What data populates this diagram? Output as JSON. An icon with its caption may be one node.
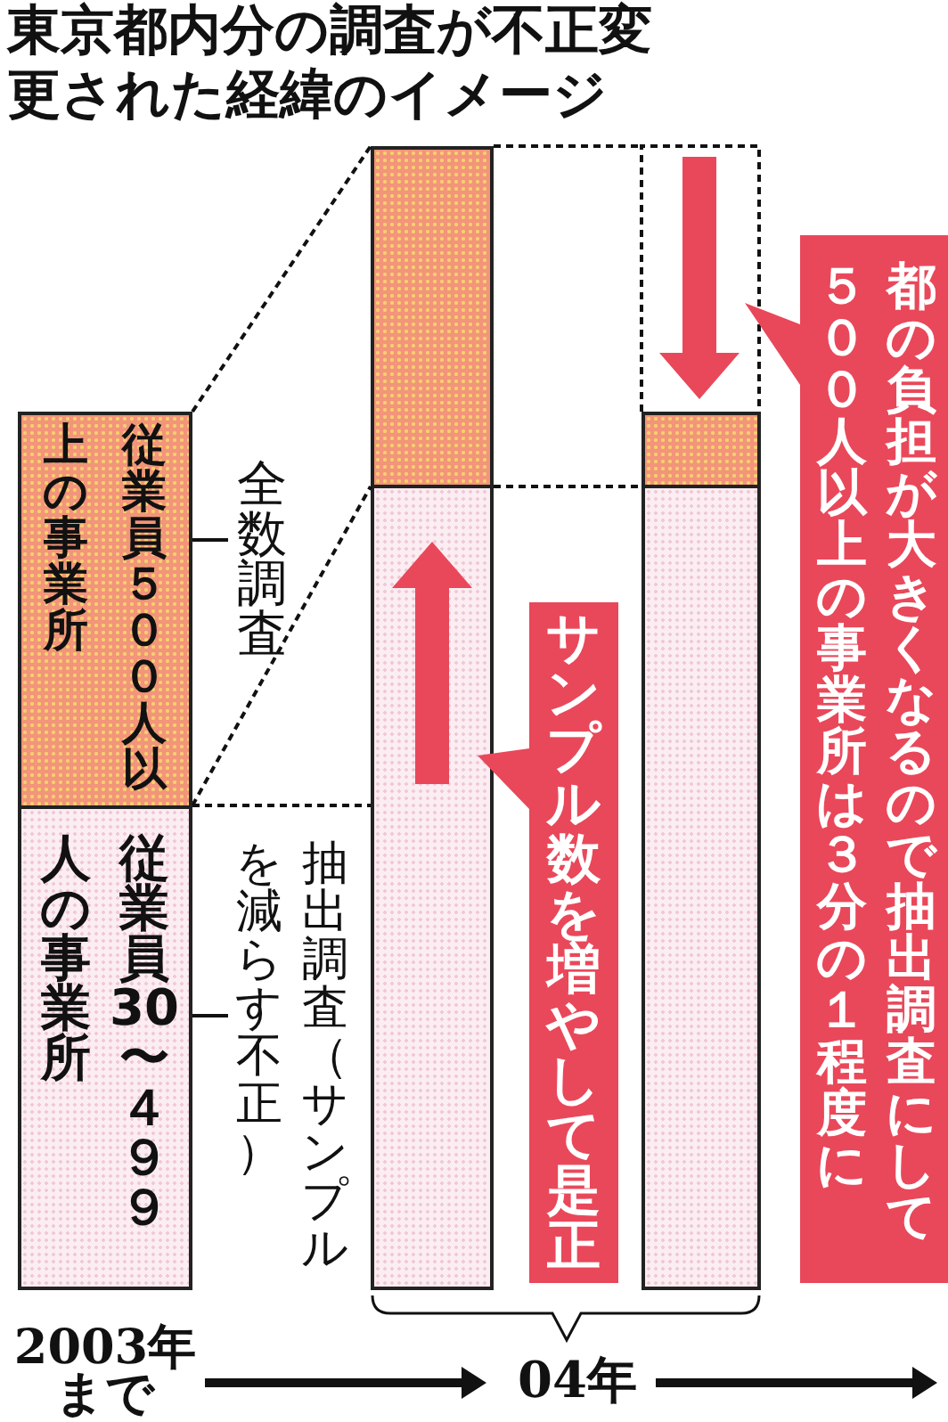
{
  "diagram": {
    "title": "東京都内分の調査が不正変更された経緯のイメージ",
    "nodes": [
      {
        "text": [
          "従業員５００人以上の事業所"
        ]
      },
      {
        "text": [
          "従業員30〜４９９人の事業所"
        ]
      },
      {
        "text": [
          "全数調査"
        ]
      },
      {
        "text": [
          "抽出調査（サンプルを減らす不正）"
        ]
      },
      {
        "text": [],
        "shape": "box"
      },
      {
        "text": [],
        "shape": "box"
      },
      {
        "text": [],
        "shape": "box"
      },
      {
        "text": [],
        "shape": "box"
      },
      {
        "text": [
          "サンプル数を増やして是正"
        ]
      },
      {
        "text": [
          "都の負担が大きくなるので抽出調査にして５００人以上の事業所は３分の１程度に"
        ]
      }
    ],
    "edges": [
      {
        "from": 2,
        "to": 0,
        "arrow": "none"
      },
      {
        "from": 3,
        "to": 1,
        "arrow": "none"
      }
    ],
    "labels": [
      "2003年まで",
      "04年"
    ]
  }
}
